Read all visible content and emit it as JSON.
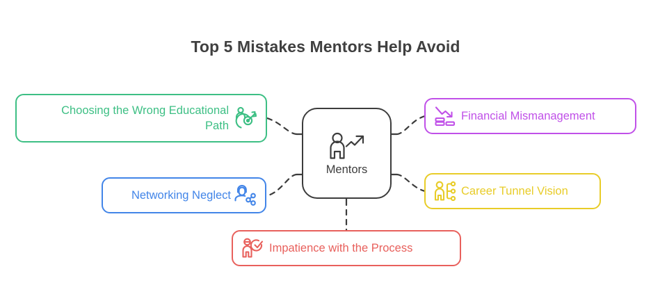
{
  "page": {
    "title": "Top 5 Mistakes Mentors Help Avoid",
    "background_color": "#ffffff",
    "title_color": "#404040",
    "connector_color": "#3c3c3c",
    "connector_style": "dashed"
  },
  "center": {
    "label": "Mentors",
    "color": "#3c3c3c",
    "icon": "person-growth-arrow-icon"
  },
  "branches": [
    {
      "id": "educational",
      "label": "Choosing the Wrong Educational\nPath",
      "color": "#3dbf84",
      "icon": "person-target-arrow-icon",
      "icon_side": "right",
      "text_align": "right"
    },
    {
      "id": "networking",
      "label": "Networking Neglect",
      "color": "#4285e8",
      "icon": "person-network-share-icon",
      "icon_side": "right",
      "text_align": "right"
    },
    {
      "id": "financial",
      "label": "Financial Mismanagement",
      "color": "#c050e8",
      "icon": "coins-declining-arrow-icon",
      "icon_side": "left",
      "text_align": "left"
    },
    {
      "id": "career",
      "label": "Career Tunnel Vision",
      "color": "#e8cc28",
      "icon": "person-branching-paths-icon",
      "icon_side": "left",
      "text_align": "left"
    },
    {
      "id": "impatience",
      "label": "Impatience with the Process",
      "color": "#e8605c",
      "icon": "person-check-circle-icon",
      "icon_side": "left",
      "text_align": "left"
    }
  ]
}
